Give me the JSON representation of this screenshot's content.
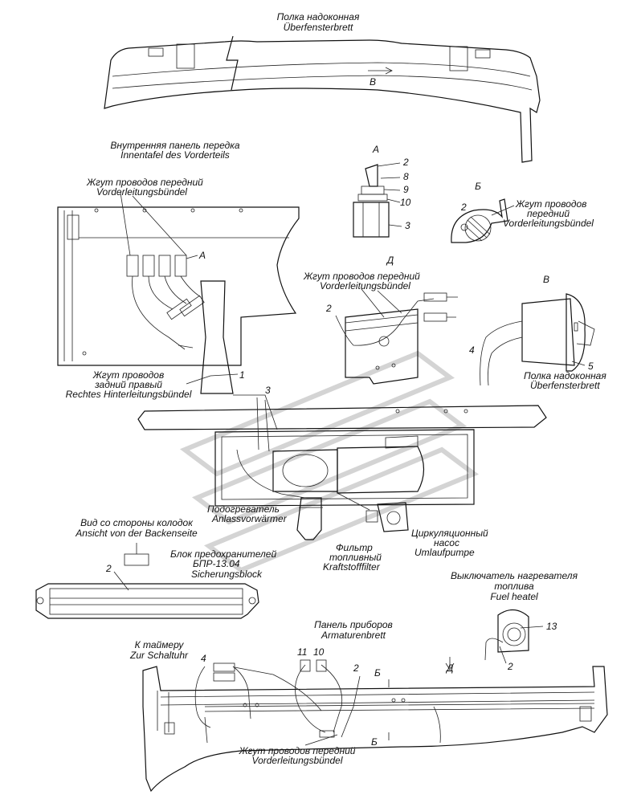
{
  "labels": {
    "polka_top_ru": "Полка надоконная",
    "polka_top_de": "Überfensterbrett",
    "view_b_arrow": "В",
    "inner_panel_ru": "Внутренняя панель передка",
    "inner_panel_de": "Innentafel des Vorderteils",
    "harness_front1_ru": "Жгут проводов передний",
    "harness_front1_de": "Vorderleitungsbündel",
    "callout_a": "А",
    "view_a_title": "А",
    "view_a_nums": [
      "2",
      "8",
      "9",
      "10",
      "3"
    ],
    "view_b_title": "Б",
    "view_b_num": "2",
    "harness_front2_ru1": "Жгут проводов",
    "harness_front2_ru2": "передний",
    "harness_front2_de": "Vorderleitungsbündel",
    "view_d_title": "Д",
    "harness_front3_ru": "Жгут проводов передний",
    "harness_front3_de": "Vorderleitungsbündel",
    "view_d_num": "2",
    "view_v_title": "В",
    "view_v_num4": "4",
    "view_v_num5": "5",
    "polka_v_ru": "Полка надоконная",
    "polka_v_de": "Überfensterbrett",
    "harness_rear_ru1": "Жгут проводов",
    "harness_rear_ru2": "задний правый",
    "harness_rear_de": "Rechtes Hinterleitungsbündel",
    "num_1": "1",
    "num_3": "3",
    "heater_ru": "Подогреватель",
    "heater_de": "Anlassvorwärmer",
    "pump_ru1": "Циркуляционный",
    "pump_ru2": "насос",
    "pump_de": "Umlaufpumpe",
    "filter_ru1": "Фильтр",
    "filter_ru2": "топливный",
    "filter_de": "Kraftstofffilter",
    "view_side_ru": "Вид со стороны колодок",
    "view_side_de": "Ansicht von der Backenseite",
    "fuse_ru": "Блок предохранителей",
    "fuse_code": "БПР-13.04",
    "fuse_de": "Sicherungsblock",
    "fuse_num": "2",
    "switch_ru1": "Выключатель нагревателя",
    "switch_ru2": "топлива",
    "switch_en": "Fuel heatel",
    "switch_num13": "13",
    "switch_num2": "2",
    "dash_ru": "Панель приборов",
    "dash_de": "Armaturenbrett",
    "timer_ru": "К таймеру",
    "timer_de": "Zur Schaltuhr",
    "dash_num4": "4",
    "dash_num11": "11",
    "dash_num10": "10",
    "dash_num2": "2",
    "section_b_top": "Б",
    "section_b_bot": "Б",
    "view_d_arrow": "Д",
    "harness_bottom_ru": "Жгут проводов передний",
    "harness_bottom_de": "Vorderleitungsbündel"
  }
}
